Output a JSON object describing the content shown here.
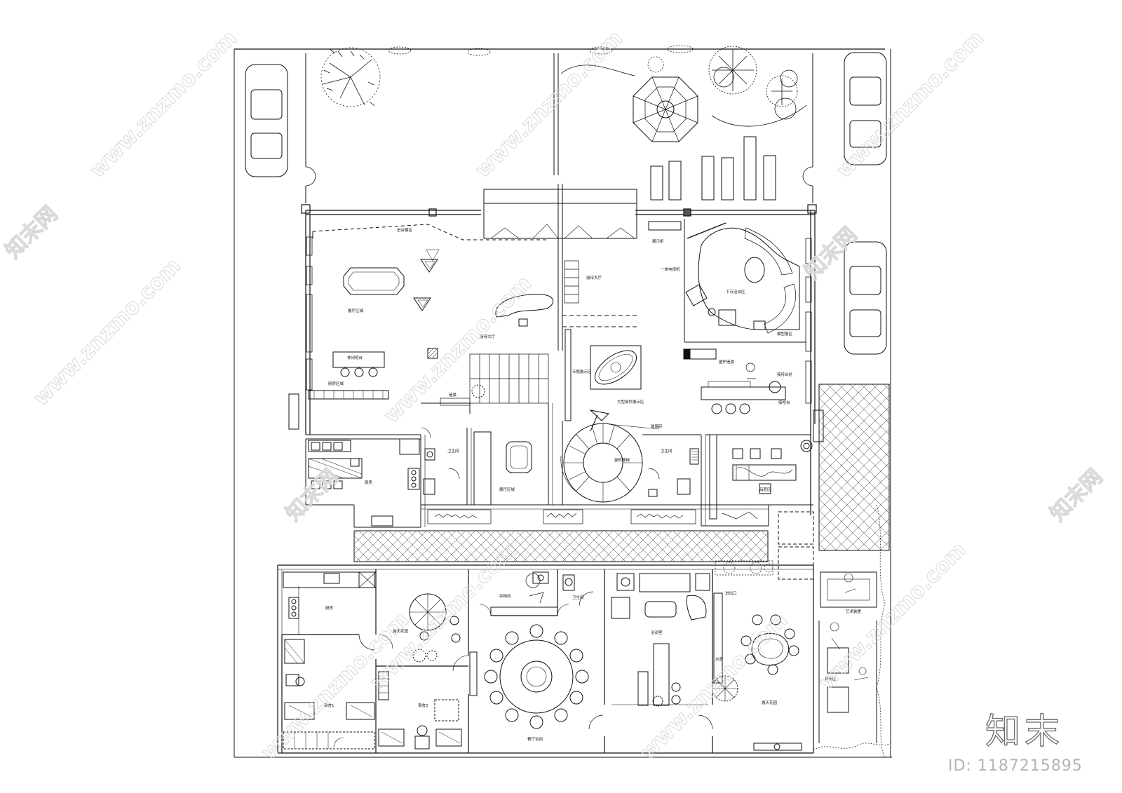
{
  "watermark": {
    "site_text": "www.znzmo.com",
    "cn_text": "知末网"
  },
  "brand": {
    "logo_text": "知末",
    "id_text": "ID: 1187215895"
  },
  "room_labels": {
    "tea_display": "进台展区",
    "hall_area": "展厅区域",
    "bar_counter": "休闲吧台",
    "kitchen_area_top": "厨房区域",
    "landscape_left": "造景",
    "reception_hall_small": "接待大厅",
    "display_cabinet": "展示柜",
    "reception_hall": "接待大厅",
    "media_wall": "一体电视机",
    "sunken_lounge": "下沉洽谈区",
    "model_area": "模型展区",
    "fireplace": "壁炉造景",
    "special_display": "专题展示区",
    "large_component": "大型部件展示区",
    "reception_counter": "接待台处",
    "bar": "接吧台",
    "glass_brick": "玻璃砖",
    "kitchen": "厨房",
    "toilet_left": "卫生间",
    "hall_bottom": "展厅区域",
    "spiral_stair": "旋转楼梯",
    "toilet_right": "卫生间",
    "product_area": "品茗区",
    "kitchen_lower": "厨房",
    "outdoor_garden": "露天花园",
    "storage": "杂物间",
    "toilet_lower": "卫生间",
    "bedroom1": "宿舍1",
    "bedroom2": "宿舍2",
    "dining_room": "餐厅包间",
    "tea_room": "洽谈室",
    "water_feature": "水景",
    "entry": "进出口",
    "outdoor_garden_right": "露天花园",
    "art_frame": "艺术装置",
    "leisure_area": "休闲区"
  }
}
